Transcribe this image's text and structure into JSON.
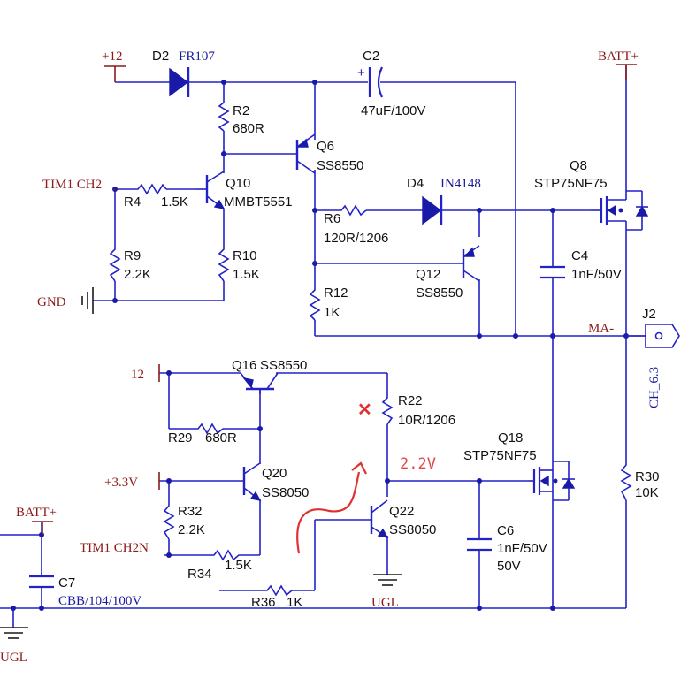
{
  "power": {
    "p12": "+12",
    "batt_top": "BATT+",
    "tim1_ch2": "TIM1 CH2",
    "gnd": "GND",
    "p12b": "12",
    "p33": "+3.3V",
    "batt_left": "BATT+",
    "tim1_ch2n": "TIM1 CH2N",
    "ma": "MA-",
    "ugl_mid": "UGL",
    "ugl_left": "UGL"
  },
  "parts": {
    "d2": {
      "ref": "D2",
      "val": "FR107"
    },
    "c2": {
      "ref": "C2",
      "val": "47uF/100V",
      "pol": "+"
    },
    "r2": {
      "ref": "R2",
      "val": "680R"
    },
    "q6": {
      "ref": "Q6",
      "val": "SS8550"
    },
    "q10": {
      "ref": "Q10",
      "val": "MMBT5551"
    },
    "r4": {
      "ref": "R4",
      "val": "1.5K"
    },
    "d4": {
      "ref": "D4",
      "val": "IN4148"
    },
    "r6": {
      "ref": "R6",
      "val": "120R/1206"
    },
    "q8": {
      "ref": "Q8",
      "val": "STP75NF75"
    },
    "r9": {
      "ref": "R9",
      "val": "2.2K"
    },
    "r10": {
      "ref": "R10",
      "val": "1.5K"
    },
    "q12": {
      "ref": "Q12",
      "val": "SS8550"
    },
    "c4": {
      "ref": "C4",
      "val": "1nF/50V"
    },
    "r12": {
      "ref": "R12",
      "val": "1K"
    },
    "j2": {
      "ref": "J2",
      "val": "CH_6.3"
    },
    "q16": {
      "ref": "Q16",
      "val": "SS8550"
    },
    "r22": {
      "ref": "R22",
      "val": "10R/1206"
    },
    "r29": {
      "ref": "R29",
      "val": "680R"
    },
    "q18": {
      "ref": "Q18",
      "val": "STP75NF75"
    },
    "q20": {
      "ref": "Q20",
      "val": "SS8050"
    },
    "r30": {
      "ref": "R30",
      "val": "10K"
    },
    "r32": {
      "ref": "R32",
      "val": "2.2K"
    },
    "q22": {
      "ref": "Q22",
      "val": "SS8050"
    },
    "c6": {
      "ref": "C6",
      "val": "1nF/50V",
      "val2": "50V"
    },
    "r34": {
      "ref": "R34",
      "val": "1.5K"
    },
    "c7": {
      "ref": "C7",
      "val": "CBB/104/100V"
    },
    "r36": {
      "ref": "R36",
      "val": "1K"
    }
  },
  "annotations": {
    "voltage": "2.2V",
    "cross": "✕"
  },
  "colors": {
    "wire": "#2222c8",
    "power_label": "#8b1a1a",
    "annotation": "#e04a4a"
  }
}
